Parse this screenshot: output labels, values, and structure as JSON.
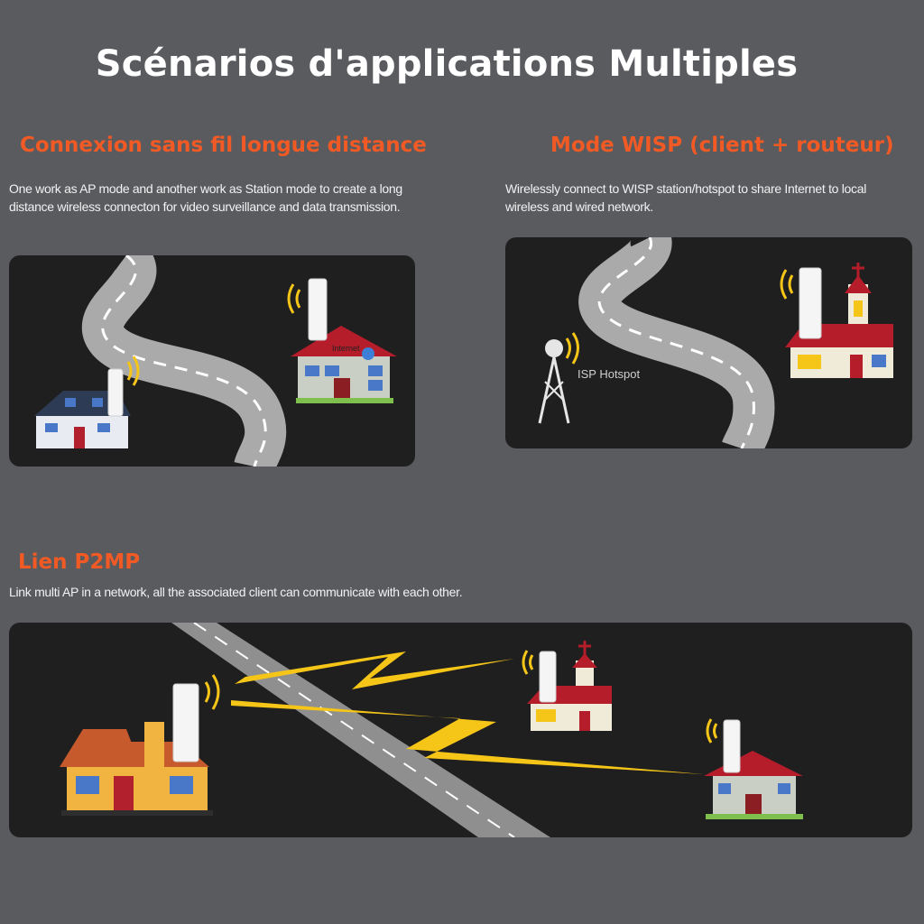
{
  "page": {
    "title": "Scénarios d'applications Multiples"
  },
  "sections": [
    {
      "title": "Connexion sans fil longue distance",
      "description": "One work as AP mode and another work as Station mode to create a long distance wireless connecton for video surveillance and data transmission.",
      "scene": {
        "sign_text": "Internet"
      }
    },
    {
      "title": "Mode WISP (client + routeur)",
      "description": "Wirelessly connect to WISP station/hotspot to share Internet to local wireless and wired network.",
      "scene": {
        "hotspot_label": "ISP Hotspot"
      }
    },
    {
      "title": "Lien P2MP",
      "description": "Link multi AP in a network, all the associated client can communicate with each other."
    }
  ],
  "colors": {
    "background": "#5a5b5f",
    "panel": "#1f1f1f",
    "accent": "#f15a24",
    "signal": "#f5c518",
    "road": "#9a9a9a"
  }
}
